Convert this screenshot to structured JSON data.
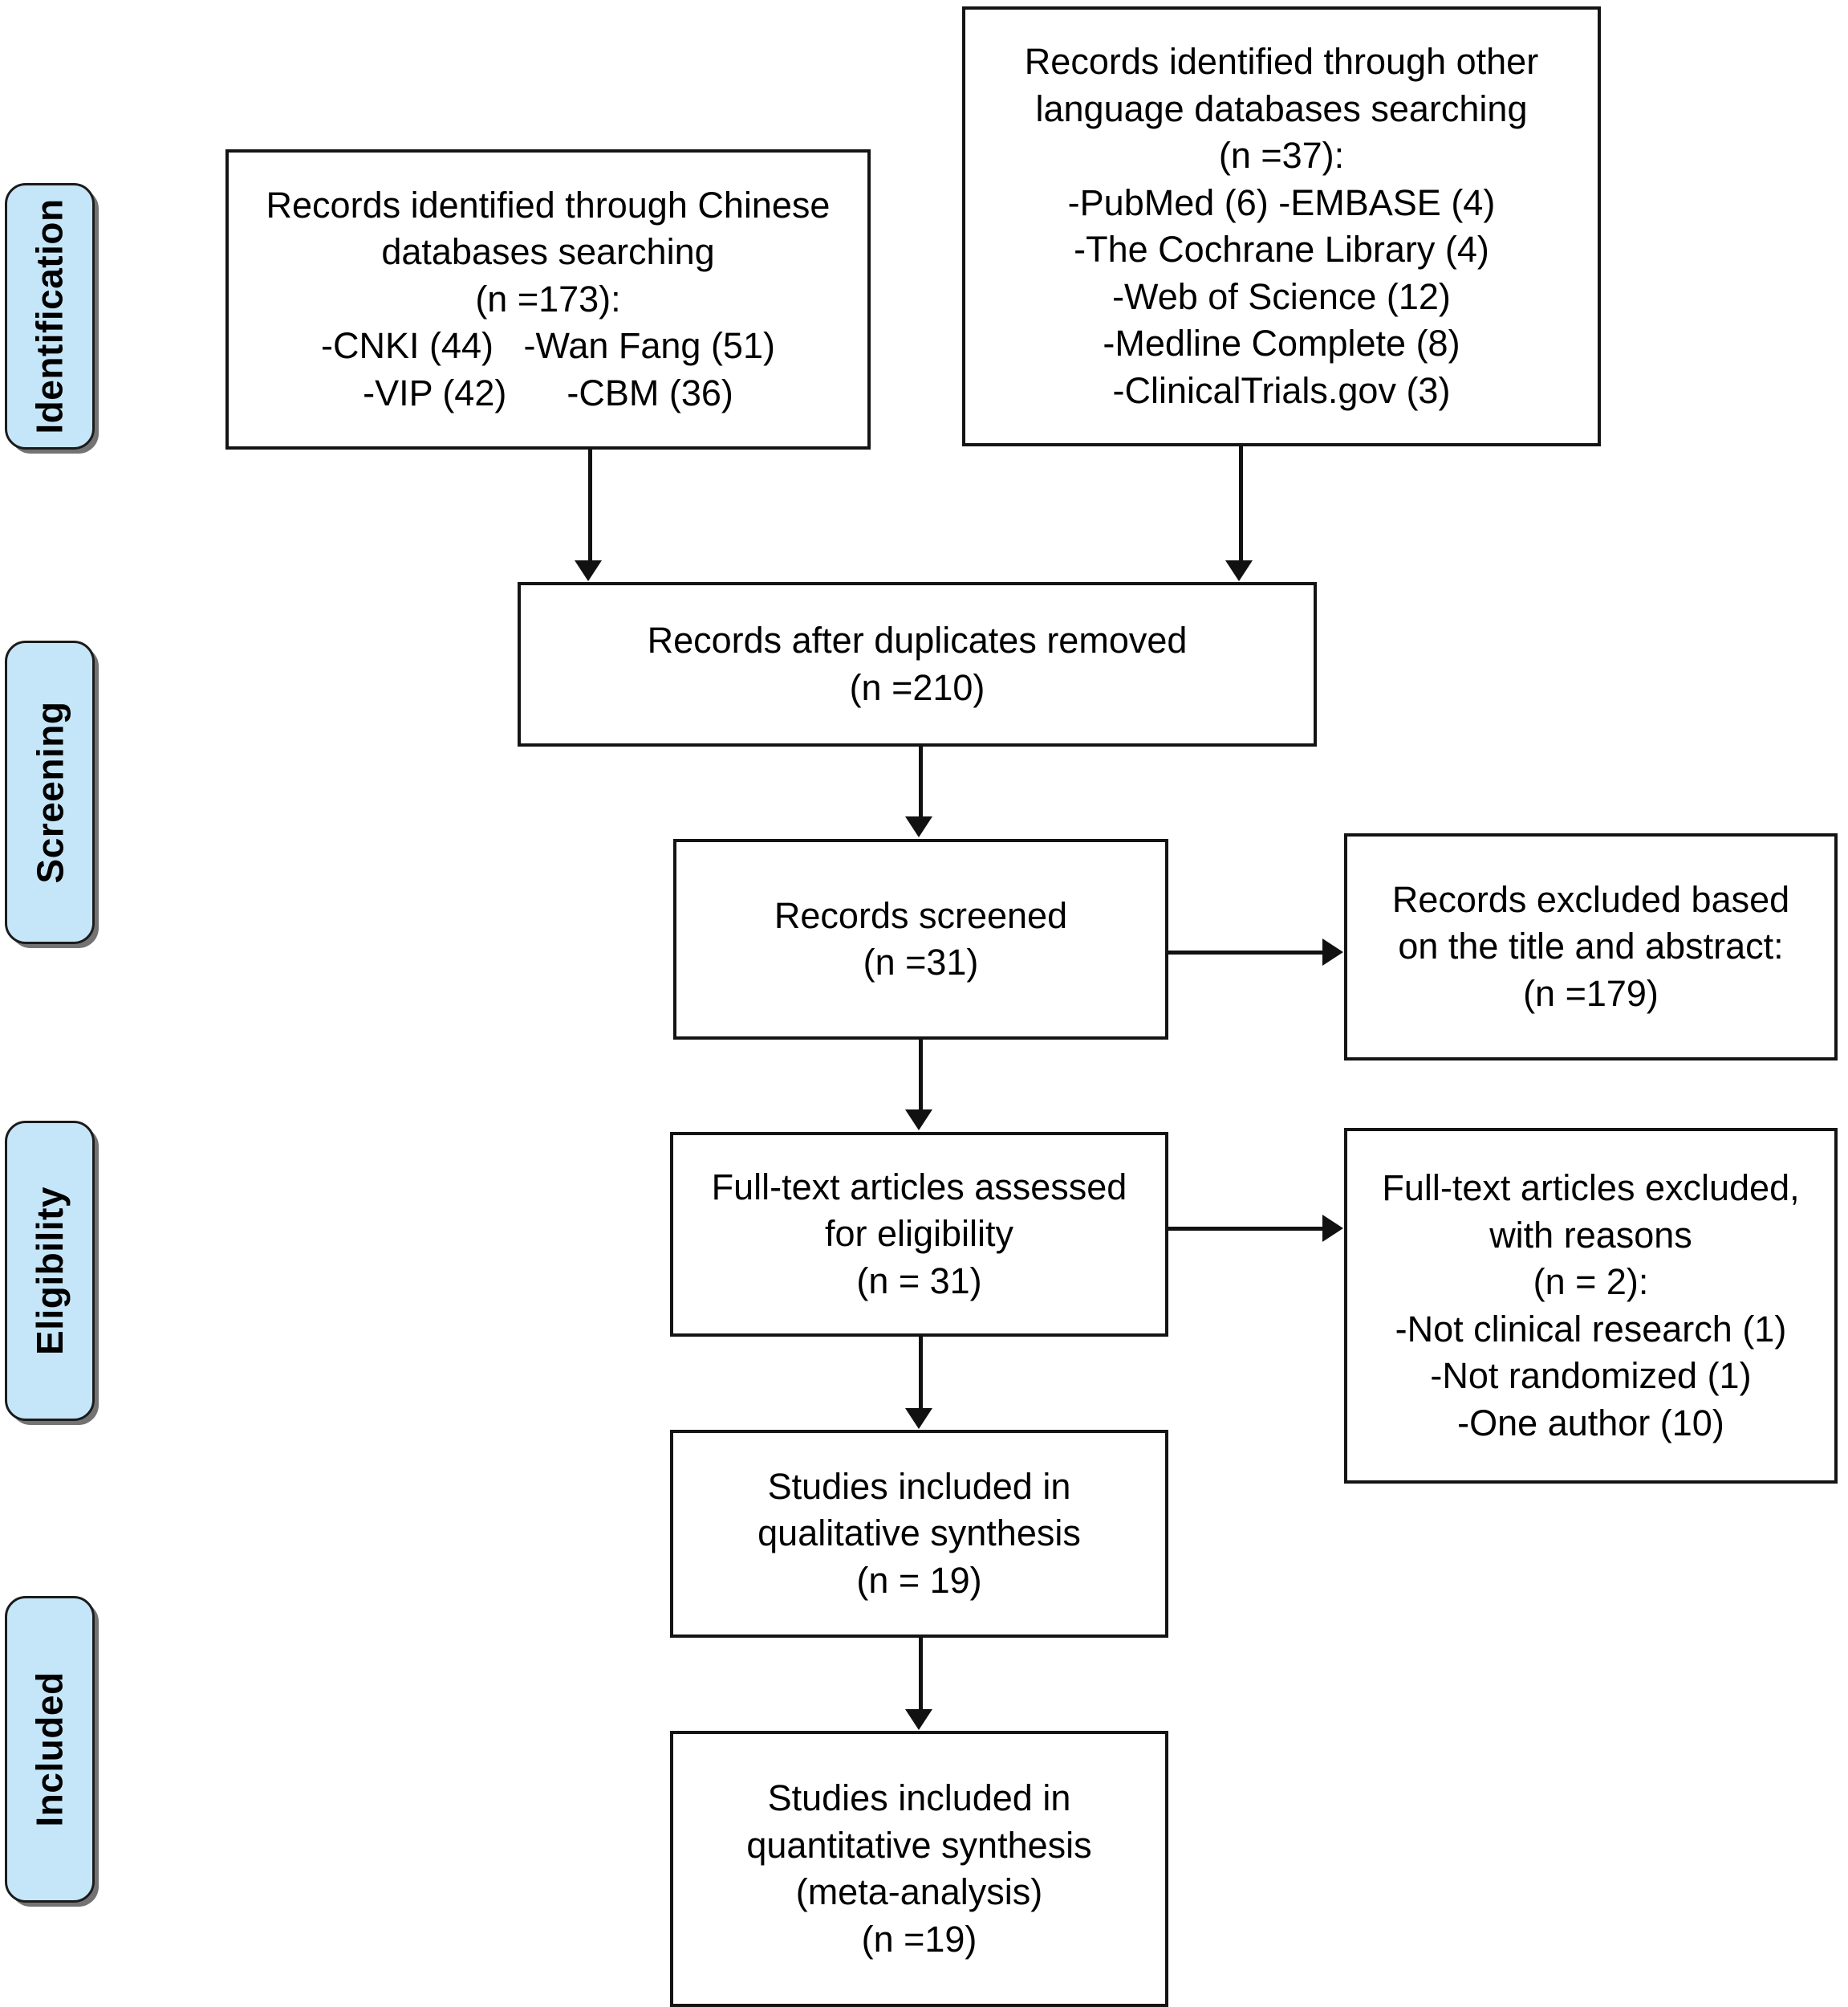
{
  "diagram": {
    "type": "PRISMA flow diagram",
    "stages": [
      {
        "label": "Identification"
      },
      {
        "label": "Screening"
      },
      {
        "label": "Eligibility"
      },
      {
        "label": "Included"
      }
    ],
    "boxes": {
      "chinese_databases": {
        "lines": [
          "Records identified through Chinese",
          "databases searching",
          "(n =173):",
          "-CNKI (44)   -Wan Fang (51)",
          "-VIP (42)      -CBM (36)"
        ]
      },
      "other_language_databases": {
        "lines": [
          "Records identified through other",
          "language databases searching",
          "(n =37):",
          "-PubMed (6) -EMBASE (4)",
          "-The Cochrane Library (4)",
          "-Web of Science (12)",
          "-Medline Complete (8)",
          "-ClinicalTrials.gov (3)"
        ]
      },
      "duplicates_removed": {
        "lines": [
          "Records after duplicates removed",
          "(n =210)"
        ]
      },
      "records_screened": {
        "lines": [
          "Records screened",
          "(n =31)"
        ]
      },
      "records_excluded": {
        "lines": [
          "Records excluded based",
          "on the title and abstract:",
          "(n =179)"
        ]
      },
      "fulltext_assessed": {
        "lines": [
          "Full-text articles assessed",
          "for eligibility",
          "(n = 31)"
        ]
      },
      "fulltext_excluded": {
        "lines": [
          "Full-text articles excluded,",
          "with reasons",
          "(n = 2):",
          "-Not clinical research (1)",
          "-Not randomized (1)",
          "-One author (10)"
        ]
      },
      "qualitative_synthesis": {
        "lines": [
          "Studies included in",
          "qualitative synthesis",
          "(n = 19)"
        ]
      },
      "quantitative_synthesis": {
        "lines": [
          "Studies included in",
          "quantitative synthesis",
          "(meta-analysis)",
          "(n =19)"
        ]
      }
    },
    "colors": {
      "stage_tab_fill": "#c5e6f8",
      "stage_tab_border": "#1b1b1b",
      "box_border": "#141414",
      "box_fill": "#ffffff",
      "connector": "#111111",
      "text": "#000000"
    }
  }
}
